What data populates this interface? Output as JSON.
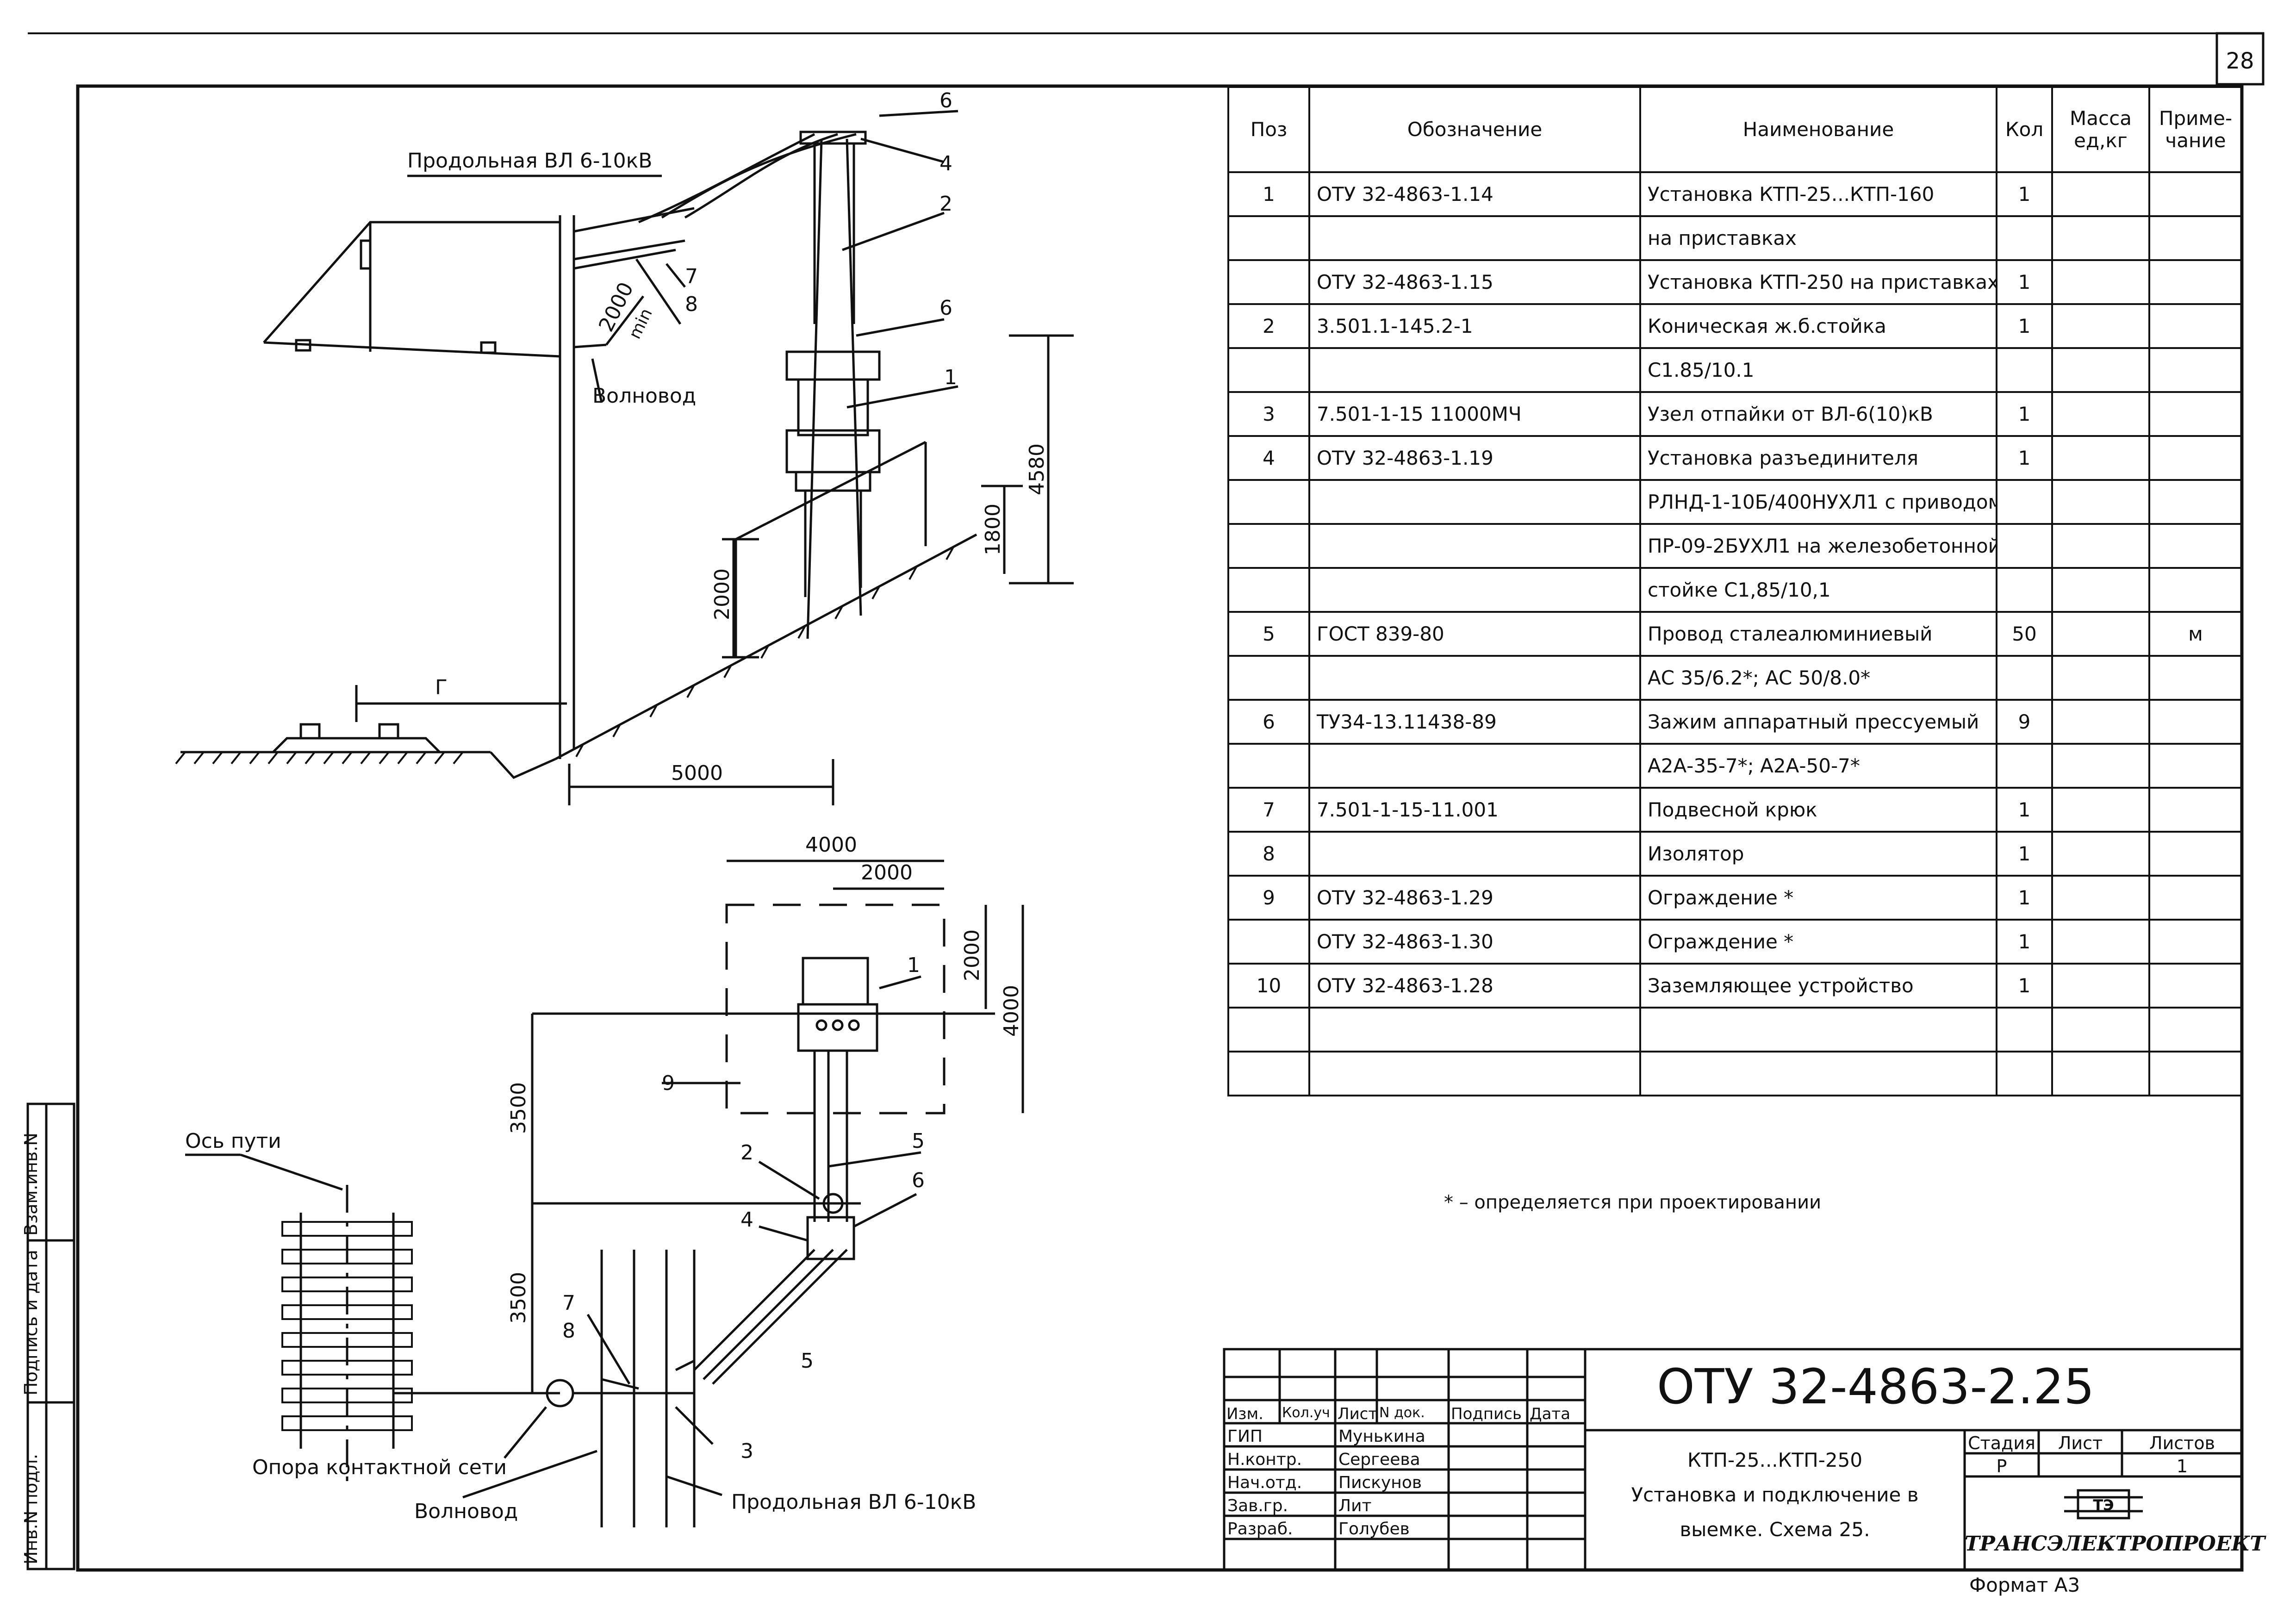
{
  "sheet_number": "28",
  "elevation": {
    "labels": {
      "longitudinal_line": "Продольная ВЛ 6-10кВ",
      "waveguide": "Волновод",
      "min_dim": "2000",
      "min_word": "min",
      "g": "Г",
      "dim_5000": "5000",
      "dim_4580": "4580",
      "dim_1800": "1800",
      "dim_2000": "2000"
    },
    "callouts": [
      "6",
      "4",
      "2",
      "7",
      "8",
      "6",
      "1"
    ]
  },
  "plan": {
    "labels": {
      "track_axis": "Ось пути",
      "catenary_support": "Опора контактной сети",
      "waveguide": "Волновод",
      "longitudinal_line": "Продольная ВЛ 6-10кВ",
      "dim_4000_top": "4000",
      "dim_2000_top": "2000",
      "dim_2000_side": "2000",
      "dim_4000_side": "4000",
      "dim_3500_a": "3500",
      "dim_3500_b": "3500"
    },
    "callouts": [
      "1",
      "9",
      "2",
      "5",
      "4",
      "6",
      "7",
      "8",
      "5",
      "3"
    ]
  },
  "spec_table": {
    "headers": [
      "Поз",
      "Обозначение",
      "Наименование",
      "Кол",
      "Масса ед,кг",
      "Приме-чание"
    ],
    "rows": [
      {
        "pos": "1",
        "code": "ОТУ 32-4863-1.14",
        "name": "Установка КТП-25...КТП-160",
        "qty": "1",
        "mass": "",
        "note": ""
      },
      {
        "pos": "",
        "code": "",
        "name": "на приставках",
        "qty": "",
        "mass": "",
        "note": ""
      },
      {
        "pos": "",
        "code": "ОТУ 32-4863-1.15",
        "name": "Установка КТП-250 на приставках",
        "qty": "1",
        "mass": "",
        "note": ""
      },
      {
        "pos": "2",
        "code": "3.501.1-145.2-1",
        "name": "Коническая ж.б.стойка",
        "qty": "1",
        "mass": "",
        "note": ""
      },
      {
        "pos": "",
        "code": "",
        "name": "С1.85/10.1",
        "qty": "",
        "mass": "",
        "note": ""
      },
      {
        "pos": "3",
        "code": "7.501-1-15 11000МЧ",
        "name": "Узел отпайки от ВЛ-6(10)кВ",
        "qty": "1",
        "mass": "",
        "note": ""
      },
      {
        "pos": "4",
        "code": "ОТУ 32-4863-1.19",
        "name": "Установка разъединителя",
        "qty": "1",
        "mass": "",
        "note": ""
      },
      {
        "pos": "",
        "code": "",
        "name": "РЛНД-1-10Б/400НУХЛ1 с приводом",
        "qty": "",
        "mass": "",
        "note": ""
      },
      {
        "pos": "",
        "code": "",
        "name": "ПР-09-2БУХЛ1 на железобетонной",
        "qty": "",
        "mass": "",
        "note": ""
      },
      {
        "pos": "",
        "code": "",
        "name": "стойке С1,85/10,1",
        "qty": "",
        "mass": "",
        "note": ""
      },
      {
        "pos": "5",
        "code": "ГОСТ 839-80",
        "name": "Провод сталеалюминиевый",
        "qty": "50",
        "mass": "",
        "note": "м"
      },
      {
        "pos": "",
        "code": "",
        "name": "АС 35/6.2*; АС 50/8.0*",
        "qty": "",
        "mass": "",
        "note": ""
      },
      {
        "pos": "6",
        "code": "ТУ34-13.11438-89",
        "name": "Зажим аппаратный прессуемый",
        "qty": "9",
        "mass": "",
        "note": ""
      },
      {
        "pos": "",
        "code": "",
        "name": "А2А-35-7*; А2А-50-7*",
        "qty": "",
        "mass": "",
        "note": ""
      },
      {
        "pos": "7",
        "code": "7.501-1-15-11.001",
        "name": "Подвесной крюк",
        "qty": "1",
        "mass": "",
        "note": ""
      },
      {
        "pos": "8",
        "code": "",
        "name": "Изолятор",
        "qty": "1",
        "mass": "",
        "note": ""
      },
      {
        "pos": "9",
        "code": "ОТУ 32-4863-1.29",
        "name": "Ограждение *",
        "qty": "1",
        "mass": "",
        "note": ""
      },
      {
        "pos": "",
        "code": "ОТУ 32-4863-1.30",
        "name": "Ограждение *",
        "qty": "1",
        "mass": "",
        "note": ""
      },
      {
        "pos": "10",
        "code": "ОТУ 32-4863-1.28",
        "name": "Заземляющее устройство",
        "qty": "1",
        "mass": "",
        "note": ""
      },
      {
        "pos": "",
        "code": "",
        "name": "",
        "qty": "",
        "mass": "",
        "note": ""
      },
      {
        "pos": "",
        "code": "",
        "name": "",
        "qty": "",
        "mass": "",
        "note": ""
      }
    ],
    "footnote": "* – определяется при проектировании"
  },
  "title_block": {
    "doc_code": "ОТУ 32-4863-2.25",
    "title_lines": [
      "КТП-25...КТП-250",
      "Установка и подключение в",
      "выемке. Схема 25."
    ],
    "change_headers": [
      "Изм.",
      "Кол.уч",
      "Лист",
      "N док.",
      "Подпись",
      "Дата"
    ],
    "roles": [
      {
        "role": "ГИП",
        "name": "Мунькина"
      },
      {
        "role": "Н.контр.",
        "name": "Сергеева"
      },
      {
        "role": "Нач.отд.",
        "name": "Пискунов"
      },
      {
        "role": "Зав.гр.",
        "name": "Лит"
      },
      {
        "role": "Разраб.",
        "name": "Голубев"
      }
    ],
    "stage_label": "Стадия",
    "sheet_label": "Лист",
    "sheets_label": "Листов",
    "stage": "Р",
    "sheets": "1",
    "company": "ТРАНСЭЛЕКТРОПРОЕКТ",
    "format": "Формат А3"
  },
  "side_strip": [
    "Инв.N подл.",
    "Подпись и дата",
    "Взам.инв.N"
  ]
}
